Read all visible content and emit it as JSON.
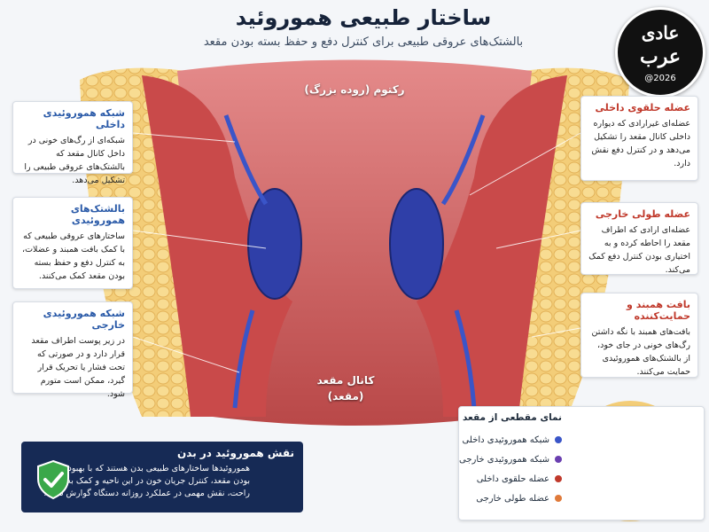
{
  "header": {
    "title": "ساختار طبیعی هموروئید",
    "subtitle": "بالشتک‌های عروقی طبیعی برای کنترل دفع و حفظ بسته بودن مقعد"
  },
  "logo": {
    "line1": "عادی",
    "line2": "عرب",
    "line3": "@2026"
  },
  "labels": {
    "rectum": "رکتوم (روده بزرگ)",
    "anal_canal": "کانال مقعد",
    "anus": "(مقعد)"
  },
  "boxes": {
    "internal_plexus": {
      "title": "شبکه هموروئیدی داخلی",
      "text": "شبکه‌ای از رگ‌های خونی در داخل کانال مقعد که بالشتک‌های عروقی طبیعی را تشکیل می‌دهد."
    },
    "cushions": {
      "title": "بالشتک‌های هموروئیدی",
      "text": "ساختارهای عروقی طبیعی که با کمک بافت همبند و عضلات، به کنترل دفع و حفظ بسته بودن مقعد کمک می‌کنند."
    },
    "external_plexus": {
      "title": "شبکه هموروئیدی خارجی",
      "text": "در زیر پوست اطراف مقعد قرار دارد و در صورتی که تحت فشار یا تحریک قرار گیرد، ممکن است متورم شود."
    },
    "internal_sphincter": {
      "title": "عضله حلقوی داخلی",
      "text": "عضله‌ای غیرارادی که دیواره داخلی کانال مقعد را تشکیل می‌دهد و در کنترل دفع نقش دارد."
    },
    "external_muscle": {
      "title": "عضله طولی خارجی",
      "text": "عضله‌ای ارادی که اطراف مقعد را احاطه کرده و به اختیاری بودن کنترل دفع کمک می‌کند."
    },
    "connective": {
      "title": "بافت همبند و حمایت‌کننده",
      "text": "بافت‌های همبند با نگه داشتن رگ‌های خونی در جای خود، از بالشتک‌های هموروئیدی حمایت می‌کنند."
    }
  },
  "note": {
    "title": "نقش هموروئید در بدن",
    "text": "هموروئیدها ساختارهای طبیعی بدن هستند که با بهبود بسته بودن مقعد، کنترل جریان خون در این ناحیه و کمک به دفع راحت، نقش مهمی در عملکرد روزانه دستگاه گوارش دارند."
  },
  "legend": {
    "title": "نمای مقطعی از مقعد",
    "items": [
      {
        "label": "شبکه هموروئیدی داخلی",
        "color": "#3a55c8"
      },
      {
        "label": "شبکه هموروئیدی خارجی",
        "color": "#6a3fb0"
      },
      {
        "label": "عضله حلقوی داخلی",
        "color": "#c0392b"
      },
      {
        "label": "عضله طولی خارجی",
        "color": "#e07a3a"
      }
    ]
  },
  "colors": {
    "muscle": "#c94a4a",
    "fat": "#f0c56a",
    "vessel": "#2f3fa8",
    "navy": "#162a55"
  }
}
